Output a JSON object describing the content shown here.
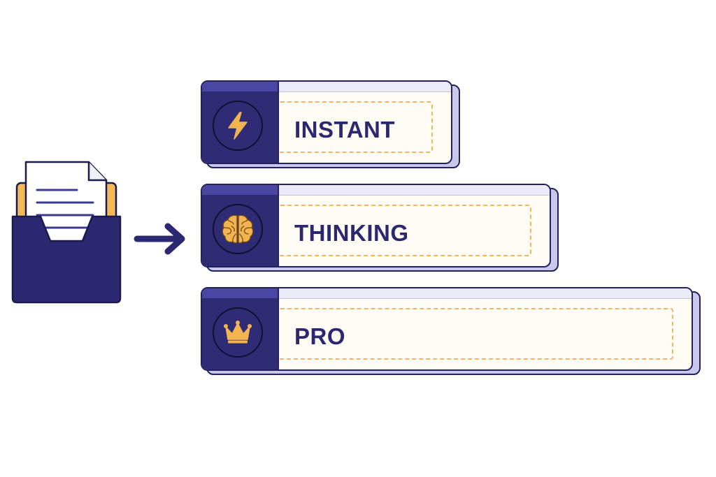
{
  "source": {
    "icon": "folder-with-document-icon"
  },
  "connector": {
    "icon": "arrow-right-icon"
  },
  "tiers": [
    {
      "label": "INSTANT",
      "icon": "lightning-bolt-icon"
    },
    {
      "label": "THINKING",
      "icon": "brain-icon"
    },
    {
      "label": "PRO",
      "icon": "crown-icon"
    }
  ],
  "colors": {
    "navy": "#2f2c75",
    "outline": "#23215f",
    "accent_orange": "#f0b660",
    "panel_bg": "#fffcf6",
    "shadow_lavender": "#c9c8ea",
    "label_text": "#2b2870"
  }
}
